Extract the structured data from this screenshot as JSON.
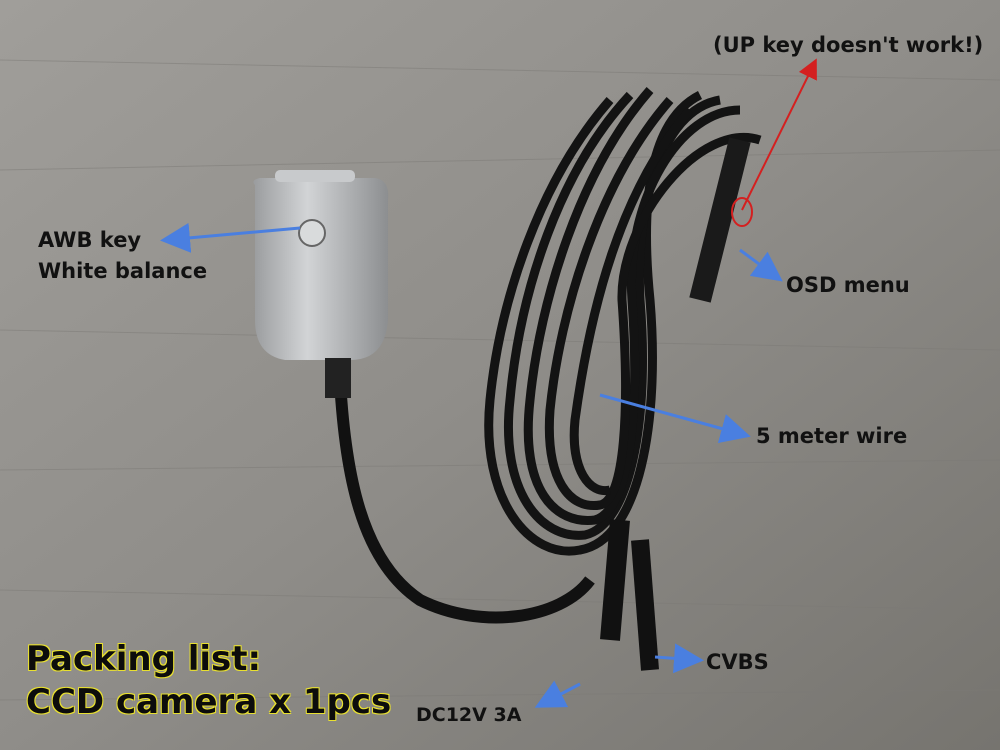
{
  "annotations": {
    "up_key_note": "(UP key doesn't work!)",
    "awb_key": "AWB key",
    "white_balance": "White balance",
    "osd_menu": "OSD menu",
    "wire": "5 meter wire",
    "cvbs": "CVBS",
    "dc_power": "DC12V 3A"
  },
  "packing_list": {
    "title": "Packing list:",
    "item": "CCD camera x 1pcs"
  },
  "colors": {
    "background_wood": "#8e8c88",
    "arrow_blue": "#4a7fe0",
    "arrow_red": "#d42020",
    "text_highlight": "#e8e030",
    "camera_silver": "#b4b6b8",
    "cable_black": "#111111"
  }
}
